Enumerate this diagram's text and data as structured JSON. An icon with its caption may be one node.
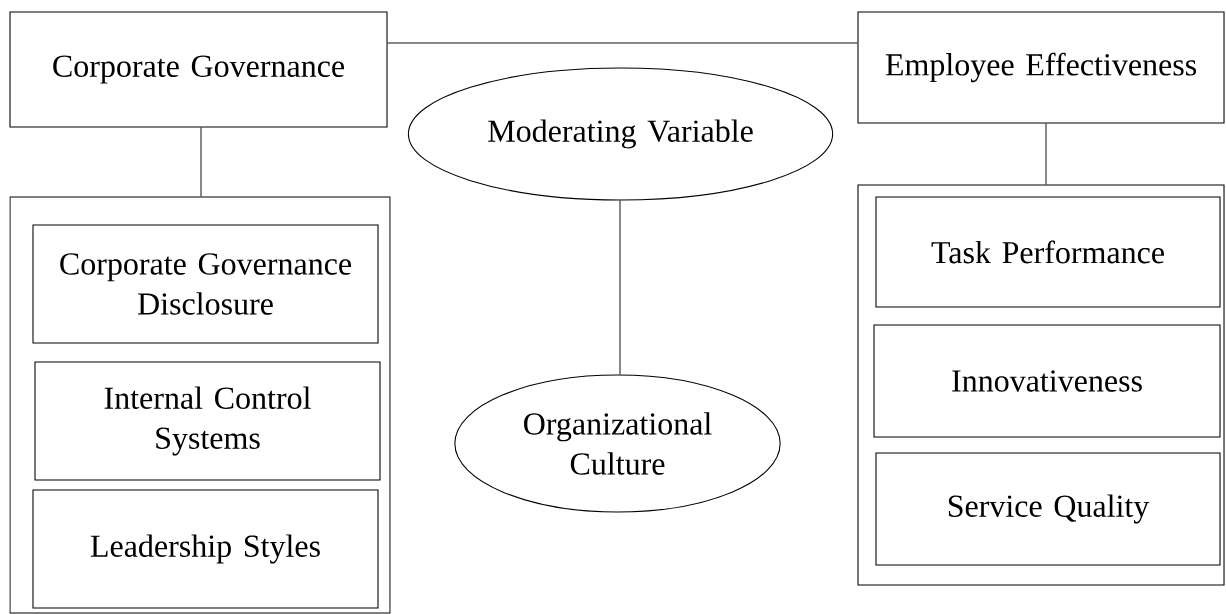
{
  "diagram": {
    "nodes": [
      {
        "text": [
          "Corporate Governance"
        ]
      },
      {
        "text": [
          "Employee Effectiveness"
        ]
      },
      {
        "text": [
          "Moderating Variable"
        ]
      },
      {
        "text": [],
        "shape": "box"
      },
      {
        "text": [
          "Corporate Governance Disclosure"
        ],
        "in": 3
      },
      {
        "text": [
          "Internal Control Systems"
        ],
        "in": 3
      },
      {
        "text": [
          "Leadership Styles"
        ],
        "in": 3
      },
      {
        "text": [
          "Organizational Culture"
        ]
      },
      {
        "text": [],
        "shape": "box"
      },
      {
        "text": [
          "Task Performance"
        ],
        "in": 8
      },
      {
        "text": [
          "Innovativeness"
        ],
        "in": 8
      },
      {
        "text": [
          "Service Quality"
        ],
        "in": 8
      }
    ],
    "edges": [
      {
        "from": 0,
        "to": 1,
        "arrow": "none"
      },
      {
        "from": 0,
        "to": 3,
        "arrow": "none"
      },
      {
        "from": 1,
        "to": 8,
        "arrow": "none"
      },
      {
        "from": 2,
        "to": 7,
        "arrow": "none"
      }
    ]
  }
}
